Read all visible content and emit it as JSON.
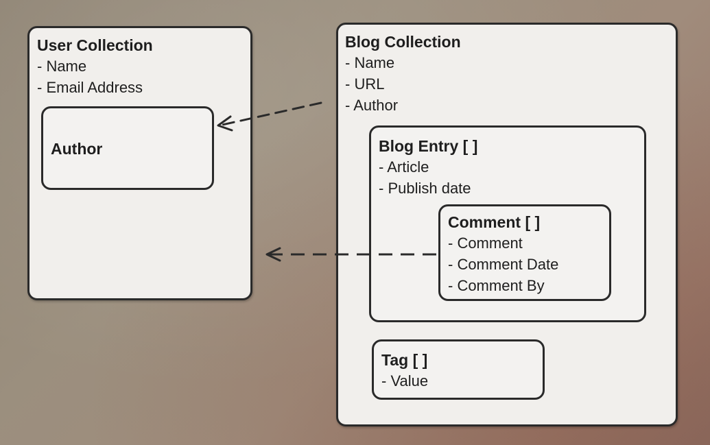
{
  "user_collection": {
    "title": "User Collection",
    "fields": [
      "- Name",
      "- Email Address"
    ],
    "author_box": {
      "title": "Author"
    }
  },
  "blog_collection": {
    "title": "Blog Collection",
    "fields": [
      "- Name",
      "- URL",
      "- Author"
    ],
    "blog_entry": {
      "title": "Blog Entry [ ]",
      "fields": [
        "- Article",
        "- Publish date"
      ],
      "comment": {
        "title": "Comment [ ]",
        "fields": [
          "- Comment",
          "- Comment Date",
          "- Comment By"
        ]
      }
    },
    "tag": {
      "title": "Tag [ ]",
      "fields": [
        "- Value"
      ]
    }
  },
  "connectors": [
    {
      "from": "blog-collection-author-field",
      "to": "author-box",
      "style": "dashed-arrow"
    },
    {
      "from": "comment-box",
      "to": "user-collection-box",
      "style": "dashed-arrow"
    }
  ],
  "colors": {
    "stroke": "#2a2a2a",
    "box_fill": "#f1efec"
  }
}
